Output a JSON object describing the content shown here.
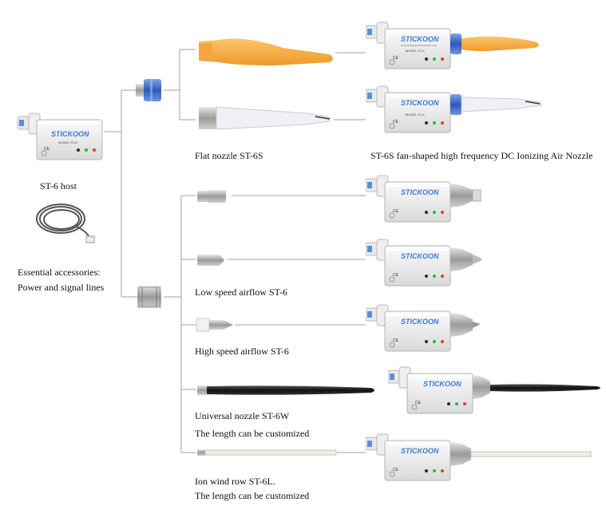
{
  "labels": {
    "host": "ST-6 host",
    "accessories_line1": "Essential accessories:",
    "accessories_line2": "Power and signal lines",
    "flat_nozzle": "Flat nozzle ST-6S",
    "fan_nozzle": "ST-6S fan-shaped high frequency DC Ionizing Air Nozzle",
    "low_speed": "Low speed airflow ST-6",
    "high_speed": "High speed airflow ST-6",
    "universal_line1": "Universal nozzle ST-6W",
    "universal_line2": "The length can be customized",
    "ionrow_line1": "Ion wind row ST-6L.",
    "ionrow_line2": "The length can be customized"
  },
  "device": {
    "brand": "STICKOON",
    "company": "STICKON ELECTROSTATIC LTD.",
    "model": "MODEL ST-6",
    "mark": "CE"
  },
  "colors": {
    "blue_ring": "#3a66c6",
    "orange_nozzle": "#f7b04a",
    "brand_blue": "#3a7ad0",
    "line": "#9a9a9a"
  }
}
